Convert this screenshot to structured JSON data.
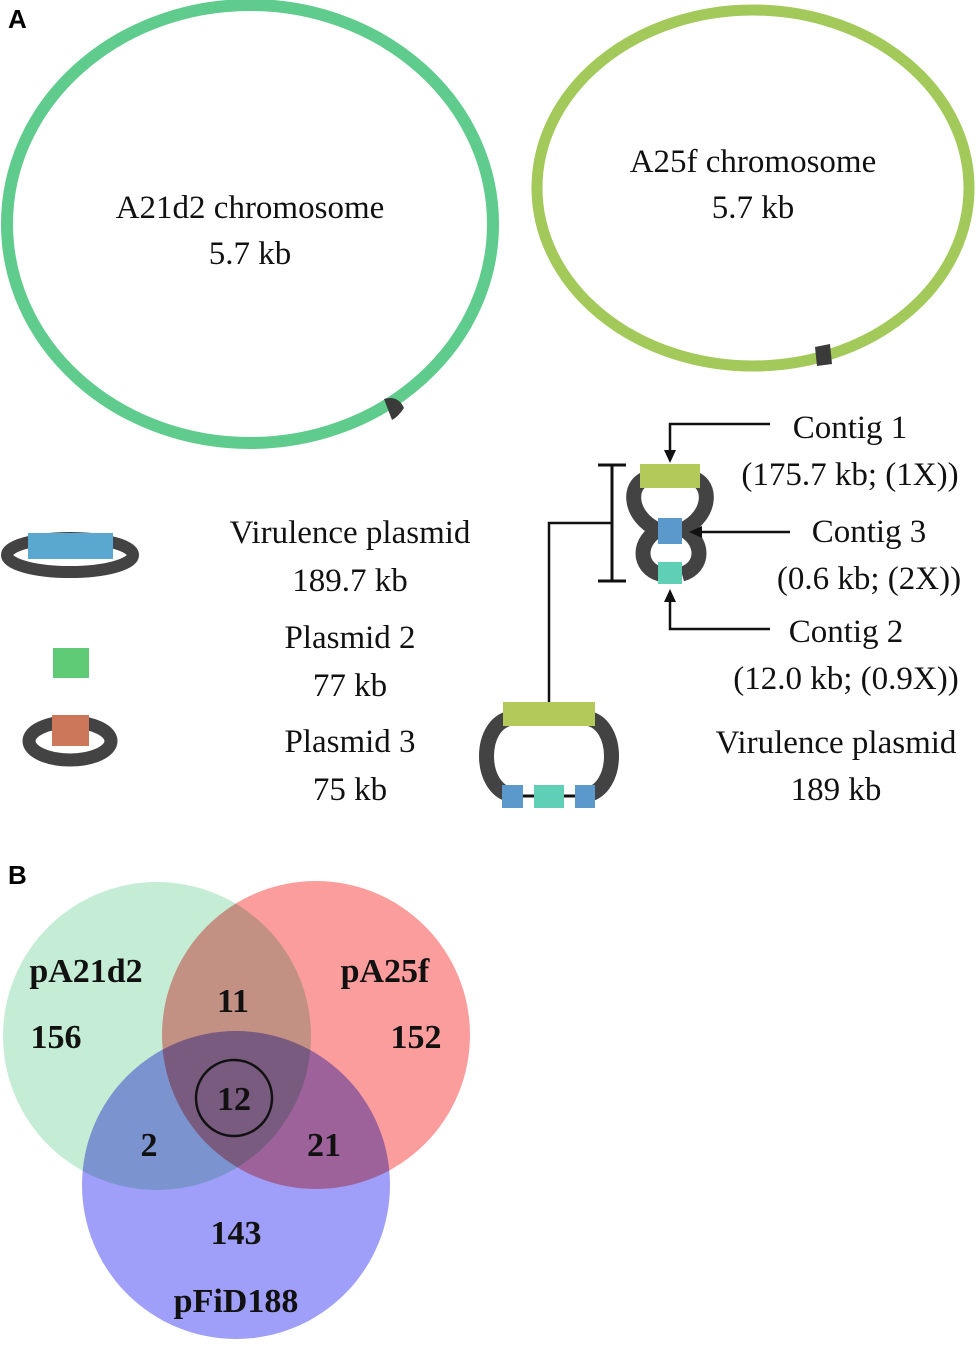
{
  "panel_a": {
    "letter": "A",
    "chromosomes": [
      {
        "name": "A21d2 chromosome",
        "size": "5.7 kb",
        "color": "#5fcb8c"
      },
      {
        "name": "A25f chromosome",
        "size": "5.7 kb",
        "color": "#a3c95a"
      }
    ],
    "plasmids": [
      {
        "name": "Virulence plasmid",
        "size": "189.7 kb",
        "color": "#5aa7cf"
      },
      {
        "name": "Plasmid 2",
        "size": "77 kb",
        "color": "#5fcb77"
      },
      {
        "name": "Plasmid 3",
        "size": "75 kb",
        "color": "#cd775a"
      }
    ],
    "contigs": [
      {
        "name": "Contig 1",
        "detail": "(175.7 kb; (1X))",
        "color": "#b3c95a"
      },
      {
        "name": "Contig 3",
        "detail": "(0.6 kb; (2X))",
        "color": "#5b98cc"
      },
      {
        "name": "Contig 2",
        "detail": "(12.0 kb; (0.9X))",
        "color": "#5fcfb5"
      }
    ],
    "assembled": {
      "name": "Virulence plasmid",
      "size": "189 kb"
    }
  },
  "panel_b": {
    "letter": "B",
    "sets": [
      {
        "name": "pA21d2",
        "color": "#c5ecd4"
      },
      {
        "name": "pA25f",
        "color": "#fb9d9d"
      },
      {
        "name": "pFiD188",
        "color": "#9f9ff9"
      }
    ],
    "regions": {
      "only_pA21d2": "156",
      "only_pA25f": "152",
      "only_pFiD188": "143",
      "pA21d2_pA25f": "11",
      "pA21d2_pFiD188": "2",
      "pA25f_pFiD188": "21",
      "all_three": "12"
    }
  }
}
